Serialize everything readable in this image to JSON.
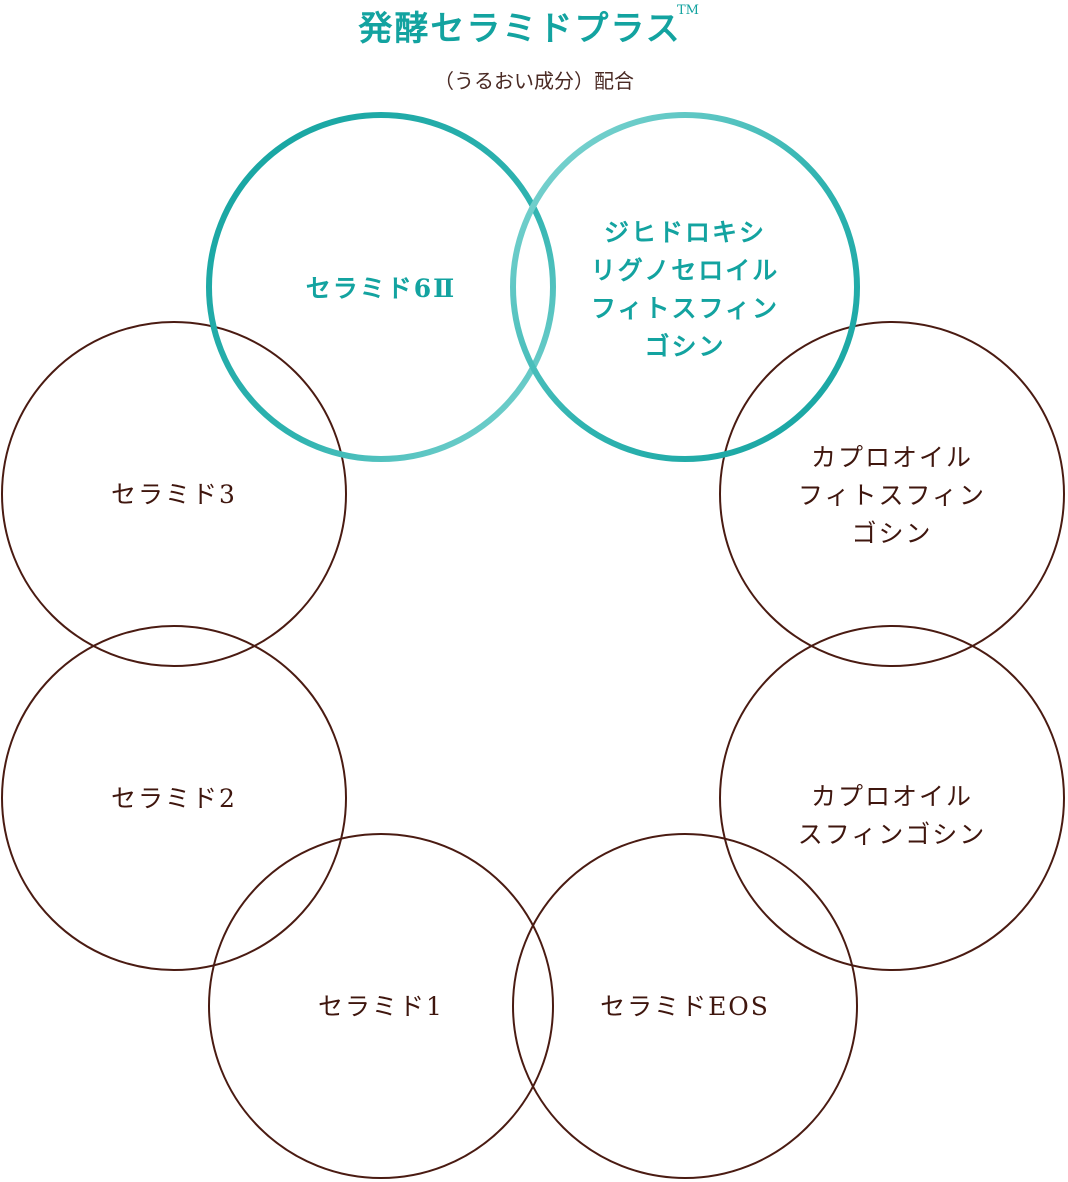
{
  "header": {
    "title": "発酵セラミドプラス",
    "trademark": "TM",
    "subtitle": "（うるおい成分）配合"
  },
  "colors": {
    "teal_dark": "#13a3a0",
    "teal_light": "#7fd8d6",
    "brown": "#4a1b12"
  },
  "circles": [
    {
      "id": "ceramide-6ii",
      "style": "teal",
      "lines": [
        "セラミド6Ⅱ"
      ]
    },
    {
      "id": "dihydroxy",
      "style": "teal",
      "lines": [
        "ジヒドロキシ",
        "リグノセロイル",
        "フィトスフィン",
        "ゴシン"
      ]
    },
    {
      "id": "caproyl-phyto",
      "style": "brown",
      "lines": [
        "カプロオイル",
        "フィトスフィン",
        "ゴシン"
      ]
    },
    {
      "id": "caproyl-sphingosine",
      "style": "brown",
      "lines": [
        "カプロオイル",
        "スフィンゴシン"
      ]
    },
    {
      "id": "ceramide-eos",
      "style": "brown",
      "lines": [
        "セラミドEOS"
      ]
    },
    {
      "id": "ceramide-1",
      "style": "brown",
      "lines": [
        "セラミド1"
      ]
    },
    {
      "id": "ceramide-2",
      "style": "brown",
      "lines": [
        "セラミド2"
      ]
    },
    {
      "id": "ceramide-3",
      "style": "brown",
      "lines": [
        "セラミド3"
      ]
    }
  ]
}
